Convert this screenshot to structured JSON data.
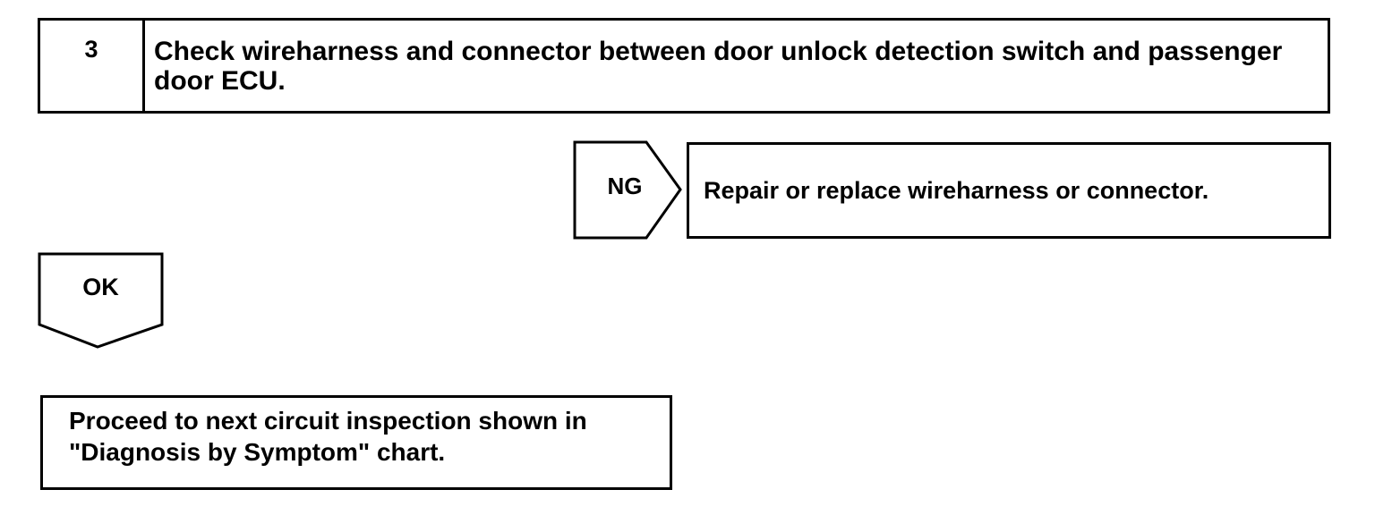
{
  "step": {
    "number": "3",
    "text": "Check wireharness and connector between door unlock detection switch and passenger door ECU."
  },
  "ng_branch": {
    "label": "NG",
    "result": "Repair or replace wireharness or connector."
  },
  "ok_branch": {
    "label": "OK",
    "result": "Proceed to next circuit inspection shown in \"Diagnosis by Symptom\" chart."
  }
}
